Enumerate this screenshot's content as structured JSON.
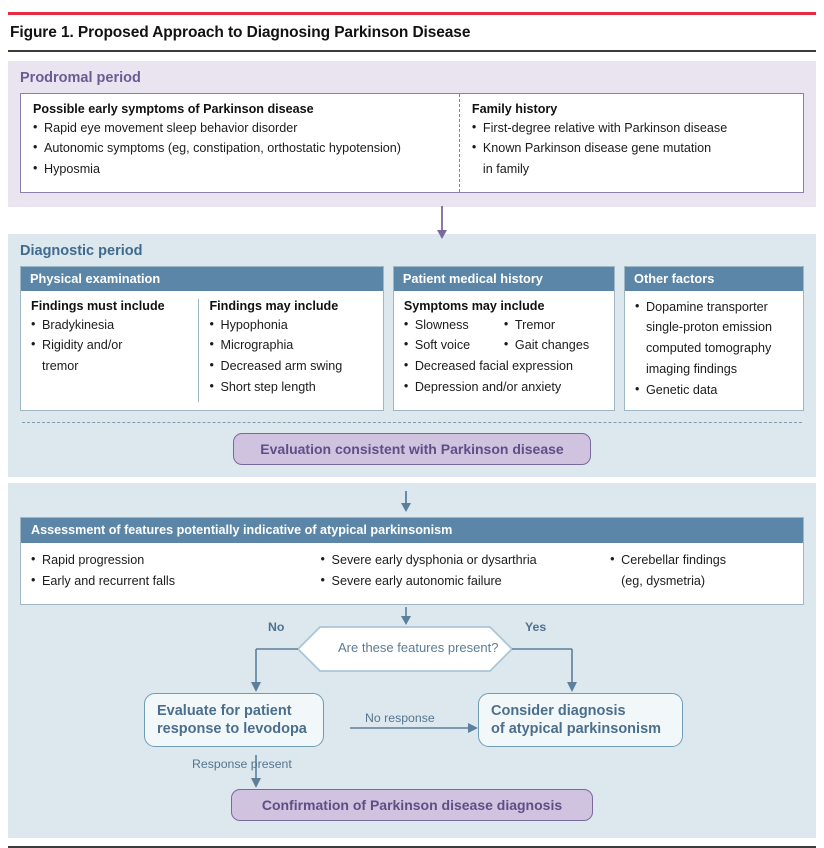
{
  "figure": {
    "title": "Figure 1. Proposed Approach to Diagnosing Parkinson Disease"
  },
  "prodromal": {
    "heading": "Prodromal period",
    "left": {
      "title": "Possible early symptoms of Parkinson disease",
      "items": [
        "Rapid eye movement sleep behavior disorder",
        "Autonomic symptoms (eg, constipation, orthostatic hypotension)",
        "Hyposmia"
      ]
    },
    "right": {
      "title": "Family history",
      "items": [
        "First-degree relative with Parkinson disease",
        "Known Parkinson disease gene mutation"
      ],
      "continuation": "in family"
    }
  },
  "diagnostic": {
    "heading": "Diagnostic period",
    "physical_exam": {
      "header": "Physical examination",
      "must": {
        "title": "Findings must include",
        "items": [
          "Bradykinesia",
          "Rigidity and/or"
        ],
        "continuation": "tremor"
      },
      "may": {
        "title": "Findings may include",
        "items": [
          "Hypophonia",
          "Micrographia",
          "Decreased arm swing",
          "Short step length"
        ]
      }
    },
    "medical_history": {
      "header": "Patient medical history",
      "title": "Symptoms may include",
      "col_left": [
        "Slowness",
        "Soft voice"
      ],
      "col_right": [
        "Tremor",
        "Gait changes"
      ],
      "full_width": [
        "Decreased facial expression",
        "Depression and/or anxiety"
      ]
    },
    "other_factors": {
      "header": "Other factors",
      "items": [
        "Dopamine transporter",
        "Genetic data"
      ],
      "continuation_lines": [
        "single-proton emission",
        "computed tomography",
        "imaging findings"
      ]
    }
  },
  "evaluation_pill": "Evaluation consistent with Parkinson disease",
  "atypical": {
    "header": "Assessment of features potentially indicative of atypical parkinsonism",
    "col1": [
      "Rapid progression",
      "Early and recurrent falls"
    ],
    "col2": [
      "Severe early dysphonia or dysarthria",
      "Severe early autonomic failure"
    ],
    "col3": [
      "Cerebellar findings"
    ],
    "col3_continuation": "(eg, dysmetria)"
  },
  "flow": {
    "decision": "Are these features present?",
    "label_no": "No",
    "label_yes": "Yes",
    "box_levodopa_line1": "Evaluate for patient",
    "box_levodopa_line2": "response to levodopa",
    "box_atypical_line1": "Consider diagnosis",
    "box_atypical_line2": "of atypical parkinsonism",
    "label_no_response": "No response",
    "label_response_present": "Response present",
    "confirmation_pill": "Confirmation of Parkinson disease diagnosis"
  },
  "colors": {
    "accent_red": "#e8293f",
    "purple_heading": "#6b5b95",
    "purple_panel": "#e9e4f0",
    "purple_pill": "#cfc3df",
    "blue_heading": "#3f6a8c",
    "blue_panel": "#dce8ee",
    "card_header": "#5b86a8"
  }
}
